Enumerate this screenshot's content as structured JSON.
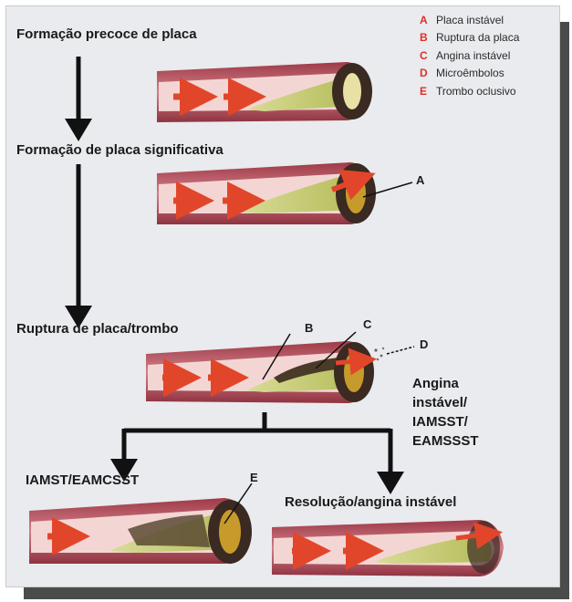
{
  "stages": {
    "early": "Formação precoce de placa",
    "significant": "Formação de placa significativa",
    "rupture": "Ruptura de placa/trombo",
    "iamst": "IAMST/EAMCSST",
    "resolution": "Resolução/angina instável"
  },
  "side_label": [
    "Angina",
    "instável/",
    "IAMSST/",
    "EAMSSST"
  ],
  "legend": [
    {
      "letter": "A",
      "text": "Placa instável"
    },
    {
      "letter": "B",
      "text": "Ruptura da placa"
    },
    {
      "letter": "C",
      "text": "Angina instável"
    },
    {
      "letter": "D",
      "text": "Microêmbolos"
    },
    {
      "letter": "E",
      "text": "Trombo oclusivo"
    }
  ],
  "callouts": {
    "a": "A",
    "b": "B",
    "c": "C",
    "d": "D",
    "e": "E"
  },
  "colors": {
    "vessel_wall": "#b4505c",
    "vessel_wall_light": "#d99aa0",
    "lumen": "#f3d6d3",
    "plaque": "#c9cf7a",
    "thrombus": "#4a3a28",
    "arrow": "#e2462a",
    "legend_letter": "#e0302a"
  }
}
